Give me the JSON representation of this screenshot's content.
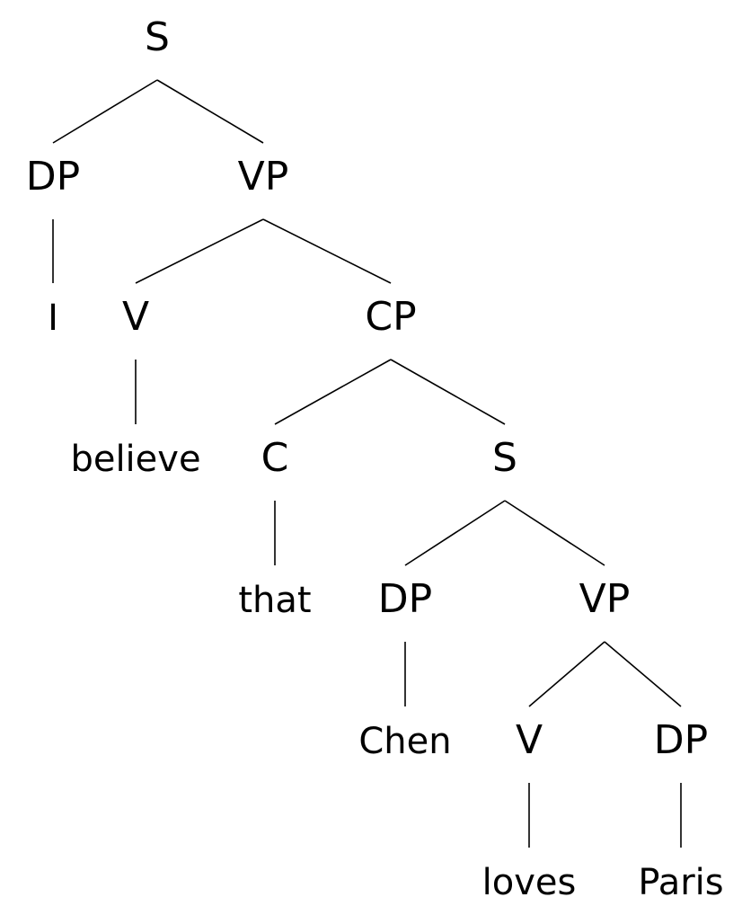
{
  "tree": {
    "nodes": [
      {
        "id": "s-root",
        "label": "S",
        "kind": "category"
      },
      {
        "id": "dp-subject",
        "label": "DP",
        "kind": "category"
      },
      {
        "id": "vp-matrix",
        "label": "VP",
        "kind": "category"
      },
      {
        "id": "word-i",
        "label": "I",
        "kind": "word"
      },
      {
        "id": "v-matrix",
        "label": "V",
        "kind": "category"
      },
      {
        "id": "cp",
        "label": "CP",
        "kind": "category"
      },
      {
        "id": "word-believe",
        "label": "believe",
        "kind": "word"
      },
      {
        "id": "c",
        "label": "C",
        "kind": "category"
      },
      {
        "id": "s-embedded",
        "label": "S",
        "kind": "category"
      },
      {
        "id": "word-that",
        "label": "that",
        "kind": "word"
      },
      {
        "id": "dp-embedded-subject",
        "label": "DP",
        "kind": "category"
      },
      {
        "id": "vp-embedded",
        "label": "VP",
        "kind": "category"
      },
      {
        "id": "word-chen",
        "label": "Chen",
        "kind": "word"
      },
      {
        "id": "v-embedded",
        "label": "V",
        "kind": "category"
      },
      {
        "id": "dp-object",
        "label": "DP",
        "kind": "category"
      },
      {
        "id": "word-loves",
        "label": "loves",
        "kind": "word"
      },
      {
        "id": "word-paris",
        "label": "Paris",
        "kind": "word"
      }
    ],
    "edges": [
      [
        "s-root",
        "dp-subject"
      ],
      [
        "s-root",
        "vp-matrix"
      ],
      [
        "dp-subject",
        "word-i"
      ],
      [
        "vp-matrix",
        "v-matrix"
      ],
      [
        "vp-matrix",
        "cp"
      ],
      [
        "v-matrix",
        "word-believe"
      ],
      [
        "cp",
        "c"
      ],
      [
        "cp",
        "s-embedded"
      ],
      [
        "c",
        "word-that"
      ],
      [
        "s-embedded",
        "dp-embedded-subject"
      ],
      [
        "s-embedded",
        "vp-embedded"
      ],
      [
        "dp-embedded-subject",
        "word-chen"
      ],
      [
        "vp-embedded",
        "v-embedded"
      ],
      [
        "vp-embedded",
        "dp-object"
      ],
      [
        "v-embedded",
        "word-loves"
      ],
      [
        "dp-object",
        "word-paris"
      ]
    ]
  }
}
